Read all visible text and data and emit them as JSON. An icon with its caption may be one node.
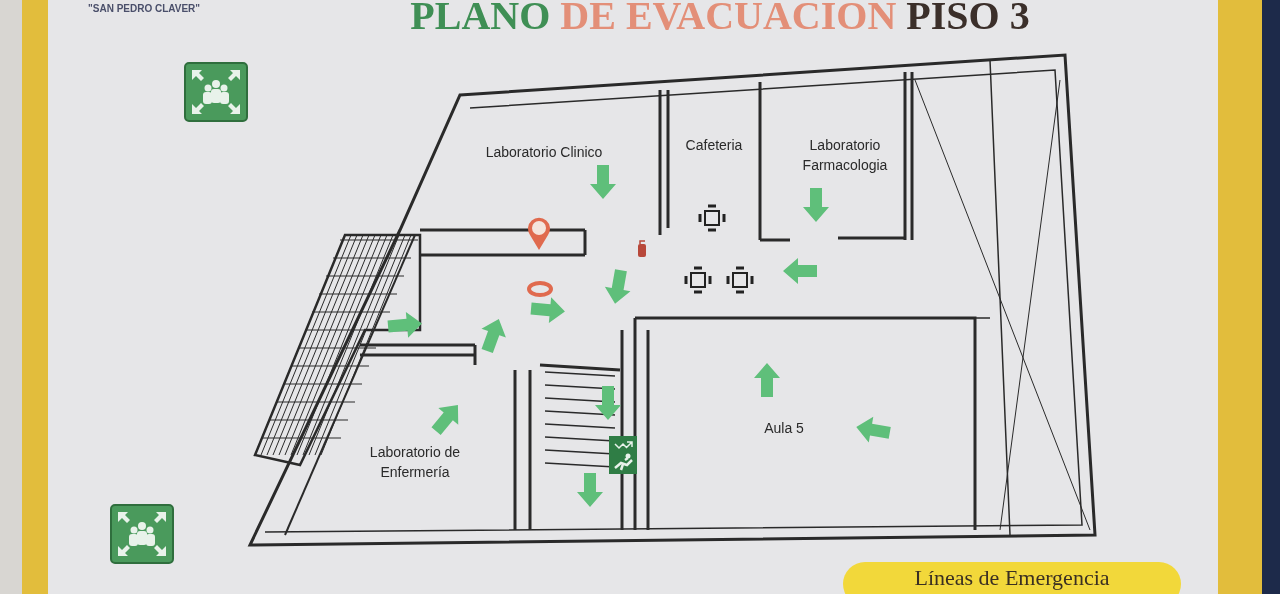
{
  "diagram": {
    "title": "PLANO DE EVACUACION PISO 3",
    "nodes": [
      {
        "text": [
          "Laboratorio Clinico"
        ]
      },
      {
        "text": [
          "Cafeteria"
        ]
      },
      {
        "text": [
          "Laboratorio Farmacologia"
        ]
      },
      {
        "text": [
          "Laboratorio de Enfermería"
        ]
      },
      {
        "text": [
          "Aula 5"
        ]
      }
    ],
    "labels": [
      "\"SAN PEDRO CLAVER\"",
      "Líneas de Emergencia"
    ]
  }
}
